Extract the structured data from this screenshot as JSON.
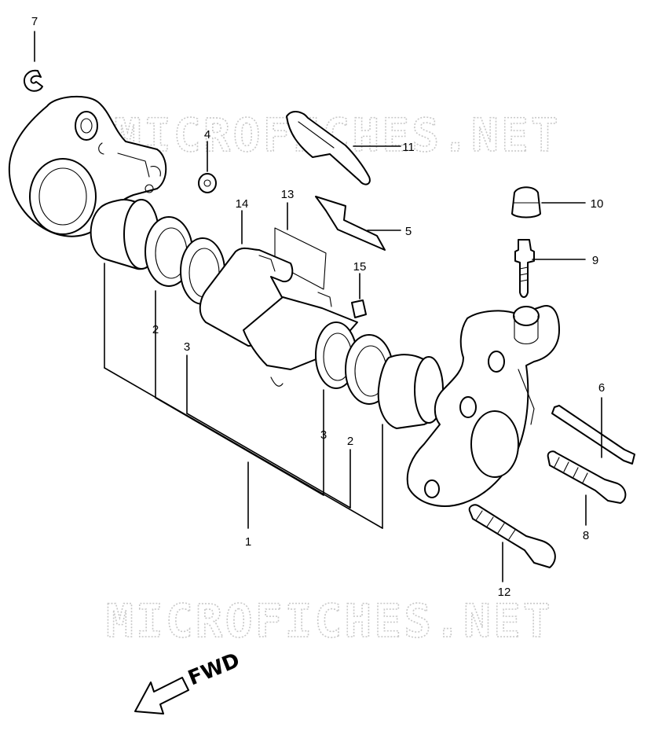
{
  "watermark": {
    "text": "MICROFICHES.NET"
  },
  "direction": {
    "label": "FWD",
    "icon": "arrow-left-down-icon"
  },
  "callouts": [
    {
      "id": "p7",
      "label": "7"
    },
    {
      "id": "p4",
      "label": "4"
    },
    {
      "id": "p11",
      "label": "11"
    },
    {
      "id": "p14",
      "label": "14"
    },
    {
      "id": "p13",
      "label": "13"
    },
    {
      "id": "p5",
      "label": "5"
    },
    {
      "id": "p10",
      "label": "10"
    },
    {
      "id": "p9",
      "label": "9"
    },
    {
      "id": "p15",
      "label": "15"
    },
    {
      "id": "p2a",
      "label": "2"
    },
    {
      "id": "p3a",
      "label": "3"
    },
    {
      "id": "p6",
      "label": "6"
    },
    {
      "id": "p3b",
      "label": "3"
    },
    {
      "id": "p2b",
      "label": "2"
    },
    {
      "id": "p8",
      "label": "8"
    },
    {
      "id": "p1",
      "label": "1"
    },
    {
      "id": "p12",
      "label": "12"
    }
  ]
}
